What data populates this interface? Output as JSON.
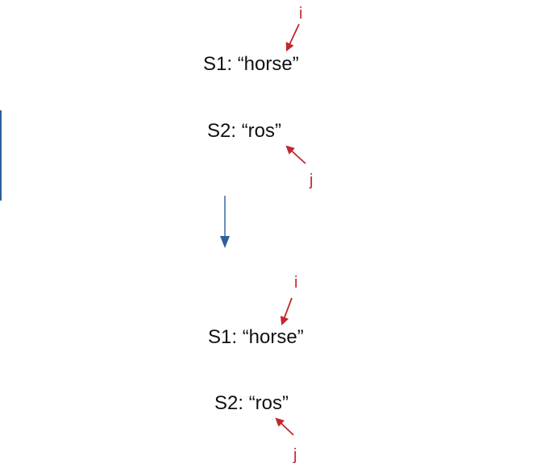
{
  "colors": {
    "text": "#111111",
    "pointer": "#c1272d",
    "transition_arrow": "#2f5f9a",
    "left_bar": "#2f5f9a"
  },
  "state_before": {
    "s1": "S1:  “horse”",
    "s2": "S2:  “ros”",
    "i": "i",
    "j": "j"
  },
  "state_after": {
    "s1": "S1:  “horse”",
    "s2": "S2:  “ros”",
    "i": "i",
    "j": "j"
  }
}
